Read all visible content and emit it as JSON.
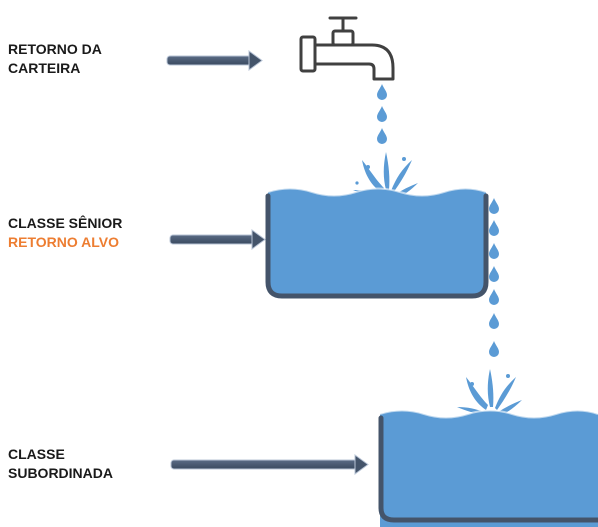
{
  "labels": {
    "portfolio_return": [
      "RETORNO DA",
      "CARTEIRA"
    ],
    "senior_class": "CLASSE SÊNIOR",
    "senior_target": "RETORNO ALVO",
    "subordinated_class": [
      "CLASSE",
      "SUBORDINADA"
    ]
  },
  "icons": {
    "faucet": "faucet-icon",
    "splash": "water-splash-icon",
    "drop": "water-drop-icon",
    "arrow": "right-arrow-icon"
  },
  "colors": {
    "text": "#1a1a1a",
    "target_text": "#ed7d31",
    "water": "#5b9bd5",
    "tank_outline": "#44546a",
    "arrow": "#44546a",
    "faucet_stroke": "#404040"
  }
}
